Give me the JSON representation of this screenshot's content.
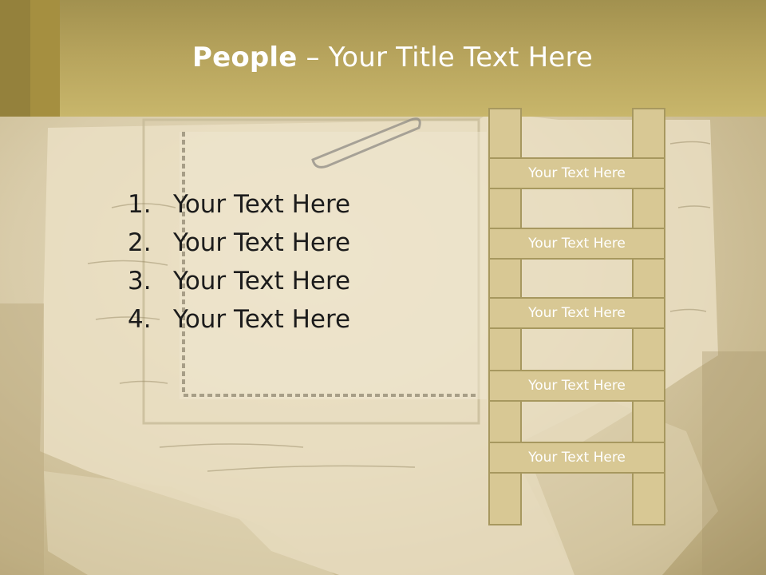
{
  "title": {
    "bold": "People",
    "rest": " – Your Title Text Here"
  },
  "list": [
    {
      "number": "1.",
      "text": "Your Text Here"
    },
    {
      "number": "2.",
      "text": "Your Text Here"
    },
    {
      "number": "3.",
      "text": "Your Text Here"
    },
    {
      "number": "4.",
      "text": "Your Text Here"
    }
  ],
  "ladder": [
    "Your Text Here",
    "Your Text Here",
    "Your Text Here",
    "Your Text Here",
    "Your Text Here"
  ],
  "colors": {
    "header": "#c8b66b",
    "ladder_fill": "#d8c894",
    "ladder_border": "#a7985f"
  }
}
